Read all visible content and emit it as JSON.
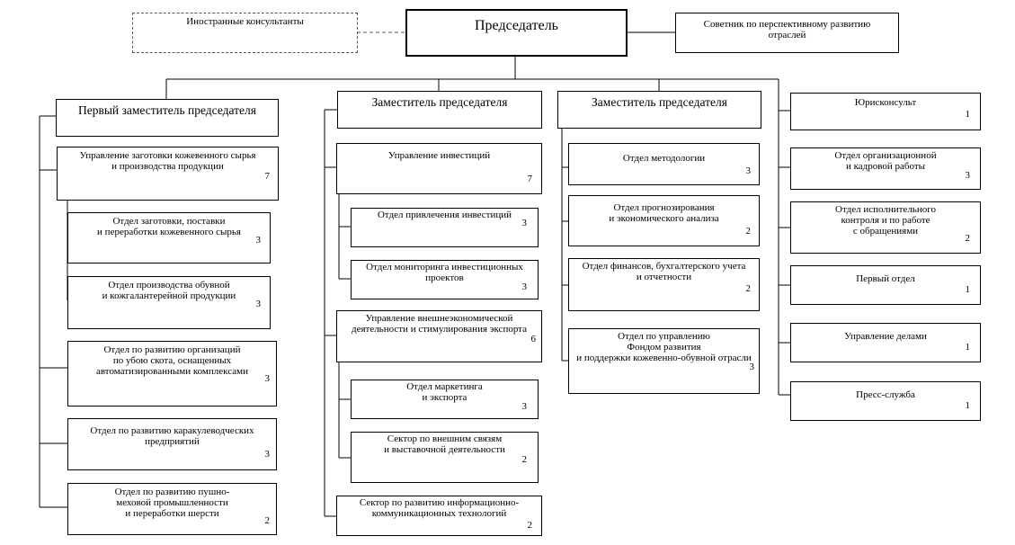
{
  "chairman": "Председатель",
  "foreign_consultants": "Иностранные консультанты",
  "advisor": "Советник по перспективному развитию\nотраслей",
  "first_deputy": {
    "title": "Первый заместитель председателя",
    "units": [
      {
        "name": "Управление заготовки кожевенного сырья\nи производства продукции",
        "staff": "7"
      },
      {
        "name": "Отдел заготовки, поставки\nи переработки кожевенного сырья",
        "staff": "3"
      },
      {
        "name": "Отдел производства обувной\nи кожгалантерейной продукции",
        "staff": "3"
      },
      {
        "name": "Отдел по развитию организаций\nпо убою скота, оснащенных\nавтоматизированными комплексами",
        "staff": "3"
      },
      {
        "name": "Отдел по развитию каракулеводческих\nпредприятий",
        "staff": "3"
      },
      {
        "name": "Отдел по развитию пушно-\nмеховой промышленности\nи переработки шерсти",
        "staff": "2"
      }
    ]
  },
  "deputy_a": {
    "title": "Заместитель председателя",
    "units": [
      {
        "name": "Управление инвестиций",
        "staff": "7"
      },
      {
        "name": "Отдел привлечения инвестиций",
        "staff": "3"
      },
      {
        "name": "Отдел мониторинга инвестиционных\nпроектов",
        "staff": "3"
      },
      {
        "name": "Управление внешнеэкономической\nдеятельности и стимулирования экспорта",
        "staff": "6"
      },
      {
        "name": "Отдел маркетинга\nи экспорта",
        "staff": "3"
      },
      {
        "name": "Сектор по внешним связям\nи выставочной деятельности",
        "staff": "2"
      },
      {
        "name": "Сектор по развитию информационно-\nкоммуникационных технологий",
        "staff": "2"
      }
    ]
  },
  "deputy_b": {
    "title": "Заместитель председателя",
    "units": [
      {
        "name": "Отдел методологии",
        "staff": "3"
      },
      {
        "name": "Отдел прогнозирования\nи экономического анализа",
        "staff": "2"
      },
      {
        "name": "Отдел финансов, бухгалтерского учета\nи отчетности",
        "staff": "2"
      },
      {
        "name": "Отдел по управлению\nФондом развития\nи поддержки кожевенно-обувной отрасли",
        "staff": "3"
      }
    ]
  },
  "direct": {
    "units": [
      {
        "name": "Юрисконсульт",
        "staff": "1"
      },
      {
        "name": "Отдел организационной\nи кадровой работы",
        "staff": "3"
      },
      {
        "name": "Отдел исполнительного\nконтроля и по работе\nс обращениями",
        "staff": "2"
      },
      {
        "name": "Первый отдел",
        "staff": "1"
      },
      {
        "name": "Управление делами",
        "staff": "1"
      },
      {
        "name": "Пресс-служба",
        "staff": "1"
      }
    ]
  }
}
